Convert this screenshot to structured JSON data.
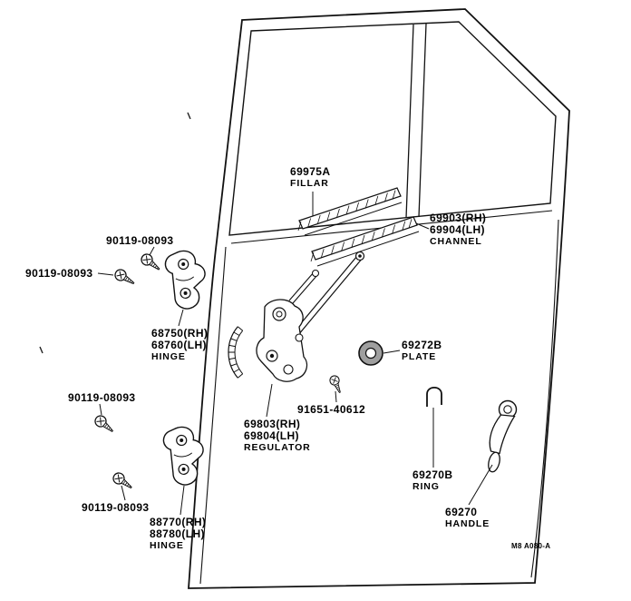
{
  "diagram": {
    "code": "M8 A080-A"
  },
  "labels": {
    "pillar": {
      "part": "69975A",
      "name": "FILLAR"
    },
    "channel": {
      "part_rh": "69903(RH)",
      "part_lh": "69904(LH)",
      "name": "CHANNEL"
    },
    "screw_top_1": {
      "part": "90119-08093"
    },
    "screw_top_2": {
      "part": "90119-08093"
    },
    "screw_mid": {
      "part": "90119-08093"
    },
    "screw_bottom": {
      "part": "90119-08093"
    },
    "hinge_upper": {
      "part_rh": "68750(RH)",
      "part_lh": "68760(LH)",
      "name": "HINGE"
    },
    "plate": {
      "part": "69272B",
      "name": "PLATE"
    },
    "regulator_bolt": {
      "part": "91651-40612"
    },
    "regulator": {
      "part_rh": "69803(RH)",
      "part_lh": "69804(LH)",
      "name": "REGULATOR"
    },
    "ring": {
      "part": "69270B",
      "name": "RING"
    },
    "handle": {
      "part": "69270",
      "name": "HANDLE"
    },
    "hinge_lower": {
      "part_rh": "88770(RH)",
      "part_lh": "88780(LH)",
      "name": "HINGE"
    }
  }
}
